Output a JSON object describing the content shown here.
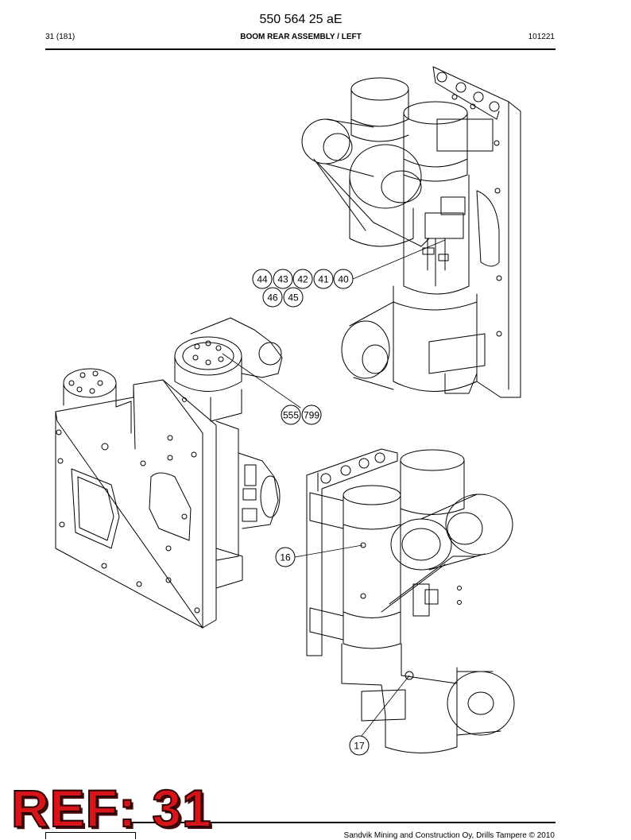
{
  "header": {
    "doc_number": "550 564 25 aE",
    "page": "31 (181)",
    "title": "BOOM REAR ASSEMBLY / LEFT",
    "code": "101221"
  },
  "callouts": {
    "c44": "44",
    "c43": "43",
    "c42": "42",
    "c41": "41",
    "c40": "40",
    "c46": "46",
    "c45": "45",
    "c555": "555",
    "c799": "799",
    "c16": "16",
    "c17": "17"
  },
  "stamp": {
    "text": "REF: 31",
    "color": "#d8141b"
  },
  "footer": {
    "copyright": "Sandvik Mining and Construction Oy, Drills Tampere © 2010"
  }
}
